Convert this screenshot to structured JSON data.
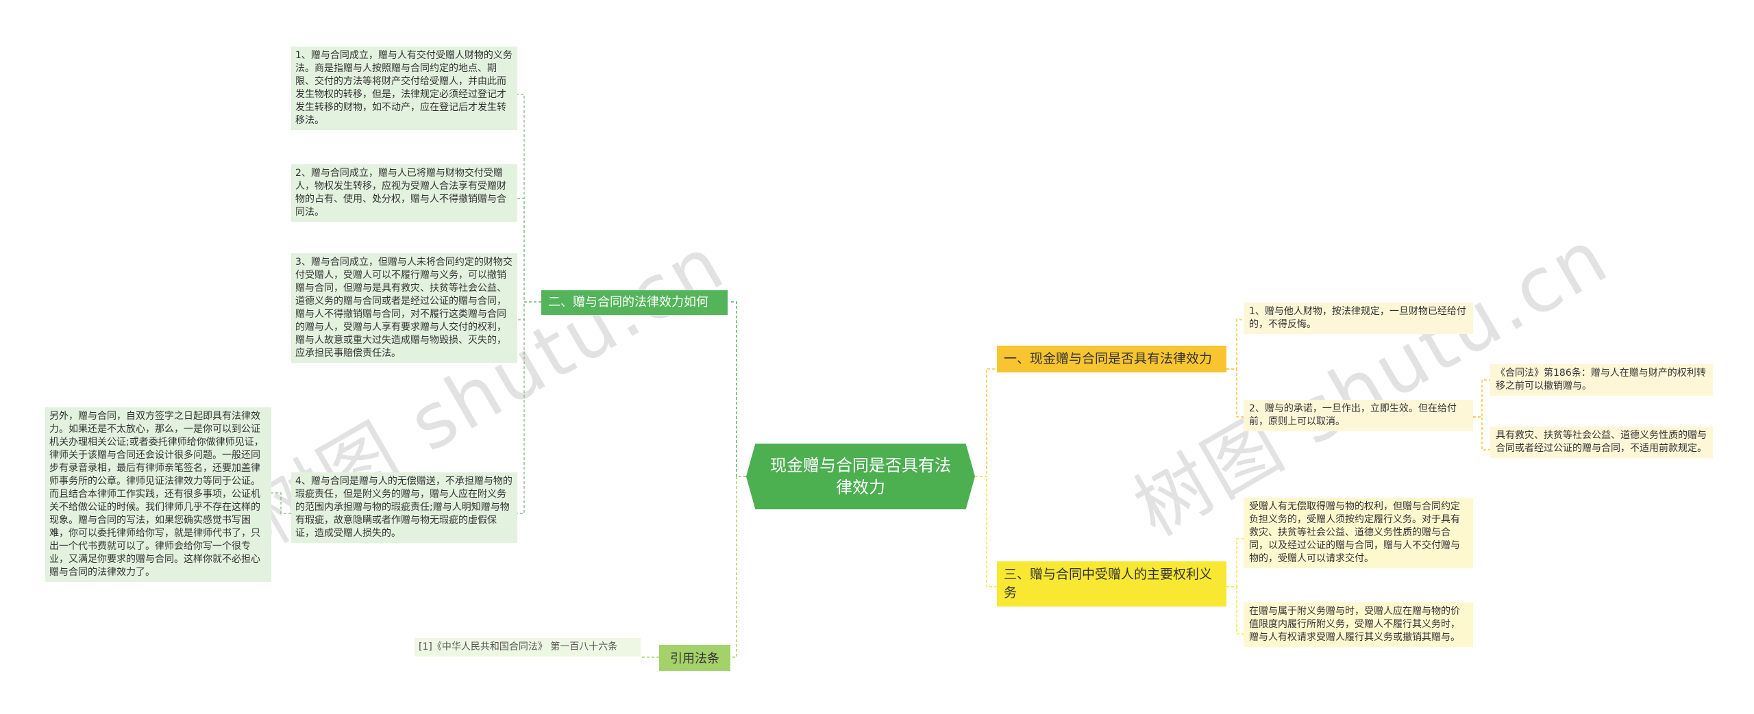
{
  "root": {
    "text": "现金赠与合同是否具有法律效力"
  },
  "left": {
    "branch1": {
      "title": "二、赠与合同的法律效力如何",
      "items": [
        "1、赠与合同成立，赠与人有交付受赠人财物的义务法。商是指赠与人按照赠与合同约定的地点、期限、交付的方法等将财产交付给受赠人，并由此而发生物权的转移，但是，法律规定必须经过登记才发生转移的财物，如不动产，应在登记后才发生转移法。",
        "2、赠与合同成立，赠与人已将赠与财物交付受赠人，物权发生转移，应视为受赠人合法享有受赠财物的占有、使用、处分权，赠与人不得撤销赠与合同法。",
        "3、赠与合同成立，但赠与人未将合同约定的财物交付受赠人，受赠人可以不履行赠与义务，可以撤销赠与合同，但赠与是具有救灾、扶贫等社会公益、道德义务的赠与合同或者是经过公证的赠与合同，赠与人不得撤销赠与合同，对不履行这类赠与合同的赠与人，受赠与人享有要求赠与人交付的权利，赠与人故意或重大过失造成赠与物毁损、灭失的，应承担民事赔偿责任法。",
        "4、赠与合同是赠与人的无偿赠送，不承担赠与物的瑕疵责任，但是附义务的赠与，赠与人应在附义务的范围内承担赠与物的瑕疵责任;赠与人明知赠与物有瑕疵，故意隐瞒或者作赠与物无瑕疵的虚假保证，造成受赠人损失的。"
      ],
      "extra": "另外，赠与合同，自双方签字之日起即具有法律效力。如果还是不太放心，那么，一是你可以到公证机关办理相关公证;或者委托律师给你做律师见证，律师关于该赠与合同还会设计很多问题。一般还同步有录音录相，最后有律师亲笔签名，还要加盖律师事务所的公章。律师见证法律效力等同于公证。而且结合本律师工作实践，还有很多事项，公证机关不给做公证的时候。我们律师几乎不存在这样的现象。赠与合同的写法，如果您确实感觉书写困难，你可以委托律师给你写，就是律师代书了，只出一个代书费就可以了。律师会给你写一个很专业，又满足你要求的赠与合同。这样你就不必担心赠与合同的法律效力了。"
    },
    "branch2": {
      "title": "引用法条",
      "items": [
        "[1]《中华人民共和国合同法》 第一百八十六条"
      ]
    }
  },
  "right": {
    "branch1": {
      "title": "一、现金赠与合同是否具有法律效力",
      "items": [
        "1、赠与他人财物，按法律规定，一旦财物已经给付的，不得反悔。",
        "2、赠与的承诺，一旦作出，立即生效。但在给付前，原则上可以取消。"
      ],
      "sub": [
        "《合同法》第186条：赠与人在赠与财产的权利转移之前可以撤销赠与。",
        "具有救灾、扶贫等社会公益、道德义务性质的赠与合同或者经过公证的赠与合同，不适用前款规定。"
      ]
    },
    "branch2": {
      "title": "三、赠与合同中受赠人的主要权利义务",
      "items": [
        "受赠人有无偿取得赠与物的权利，但赠与合同约定负担义务的，受赠人须按约定履行义务。对于具有救灾、扶贫等社会公益、道德义务性质的赠与合同，以及经过公证的赠与合同，赠与人不交付赠与物的，受赠人可以请求交付。",
        "在赠与属于附义务赠与时，受赠人应在赠与物的价值限度内履行所附义务，受赠人不履行其义务时，赠与人有权请求受赠人履行其义务或撤销其赠与。"
      ]
    }
  },
  "watermark": [
    "树图 shutu.cn",
    "树图 shutu.cn"
  ],
  "colors": {
    "root": "#4caf50",
    "branch_green": "#53b45a",
    "orange": "#f8c531",
    "yellow": "#f8e832",
    "leaf_green": "#e3f1df"
  }
}
